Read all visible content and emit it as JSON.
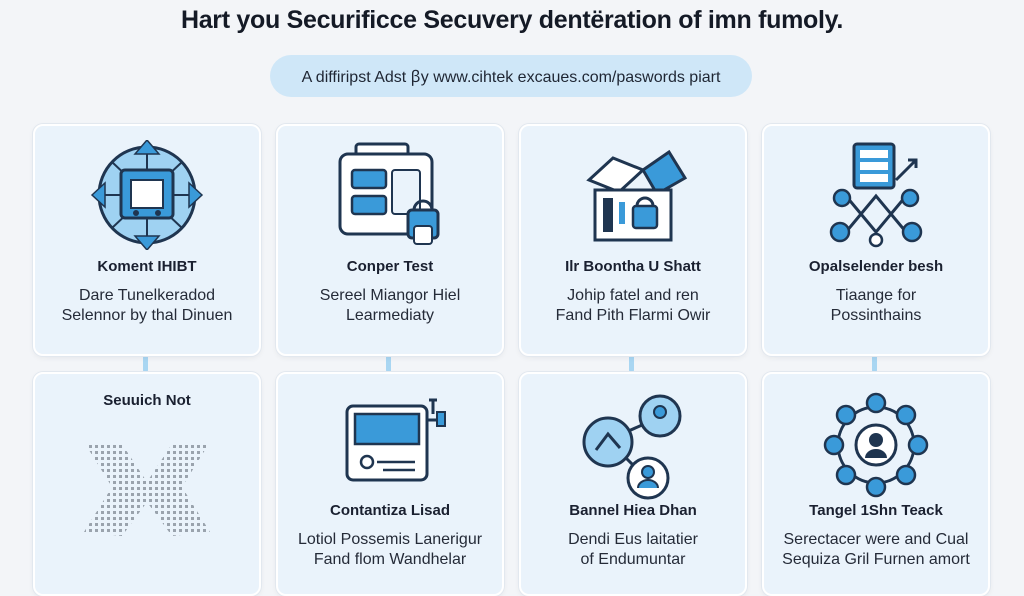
{
  "title": "Hart you Securificce Secuvery dentёration of imn fumoly.",
  "subtitle": "A diffiripst Adst ꞵy www.cihtek excaues.com/paswords piart",
  "cards": [
    {
      "title": "Koment IHIBT",
      "desc1": "Dare Tunelkeradod",
      "desc2": "Selennor by thal Dinuen",
      "icon": "globe-chip-icon"
    },
    {
      "title": "Conper Test",
      "desc1": "Sereel Miangor Hiel",
      "desc2": "Learmediaty",
      "icon": "server-lock-icon"
    },
    {
      "title": "Ilr Boontha U Shatt",
      "desc1": "Johip fatel and ren",
      "desc2": "Fand Pith Flarmi Owir",
      "icon": "box-lock-icon"
    },
    {
      "title": "Opalselender besh",
      "desc1": "Tiaange for",
      "desc2": "Possinthains",
      "icon": "network-tree-icon"
    },
    {
      "title": "Seuuich Not",
      "desc1": "",
      "desc2": "",
      "icon": "pixel-mesh-icon"
    },
    {
      "title": "Contantiza Lisad",
      "desc1": "Lotiol Possemis Lanerigur",
      "desc2": "Fand flom Wandhelar",
      "icon": "device-panel-icon"
    },
    {
      "title": "Bannel Hiea Dhan",
      "desc1": "Dendi Eus laitatier",
      "desc2": "of Endumuntar",
      "icon": "connected-avatars-icon"
    },
    {
      "title": "Tangel 1Shn Teack",
      "desc1": "Serectacer were and Cual",
      "desc2": "Sequiza Gril Furnen amort",
      "icon": "hub-ring-icon"
    }
  ],
  "colors": {
    "accent": "#3a9ad9",
    "dark": "#1f3550",
    "card_bg": "#eaf3fb",
    "pill_bg": "#cfe7f8"
  }
}
